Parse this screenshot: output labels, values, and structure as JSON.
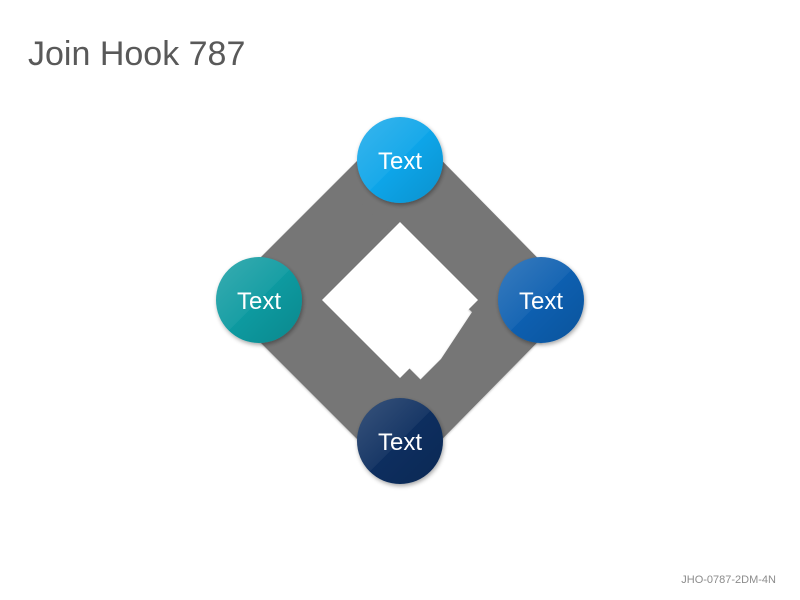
{
  "header": {
    "title": "Join Hook 787"
  },
  "footer": {
    "code": "JHO-0787-2DM-4N"
  },
  "colors": {
    "band": "#767676",
    "band_edge": "#5e5e5e",
    "node_top": "#0ea5e9",
    "node_right": "#0b5fb0",
    "node_bottom": "#0b2f5e",
    "node_left": "#0e9aa0"
  },
  "diagram": {
    "nodes": [
      {
        "id": "top",
        "label": "Text"
      },
      {
        "id": "right",
        "label": "Text"
      },
      {
        "id": "bottom",
        "label": "Text"
      },
      {
        "id": "left",
        "label": "Text"
      }
    ]
  }
}
